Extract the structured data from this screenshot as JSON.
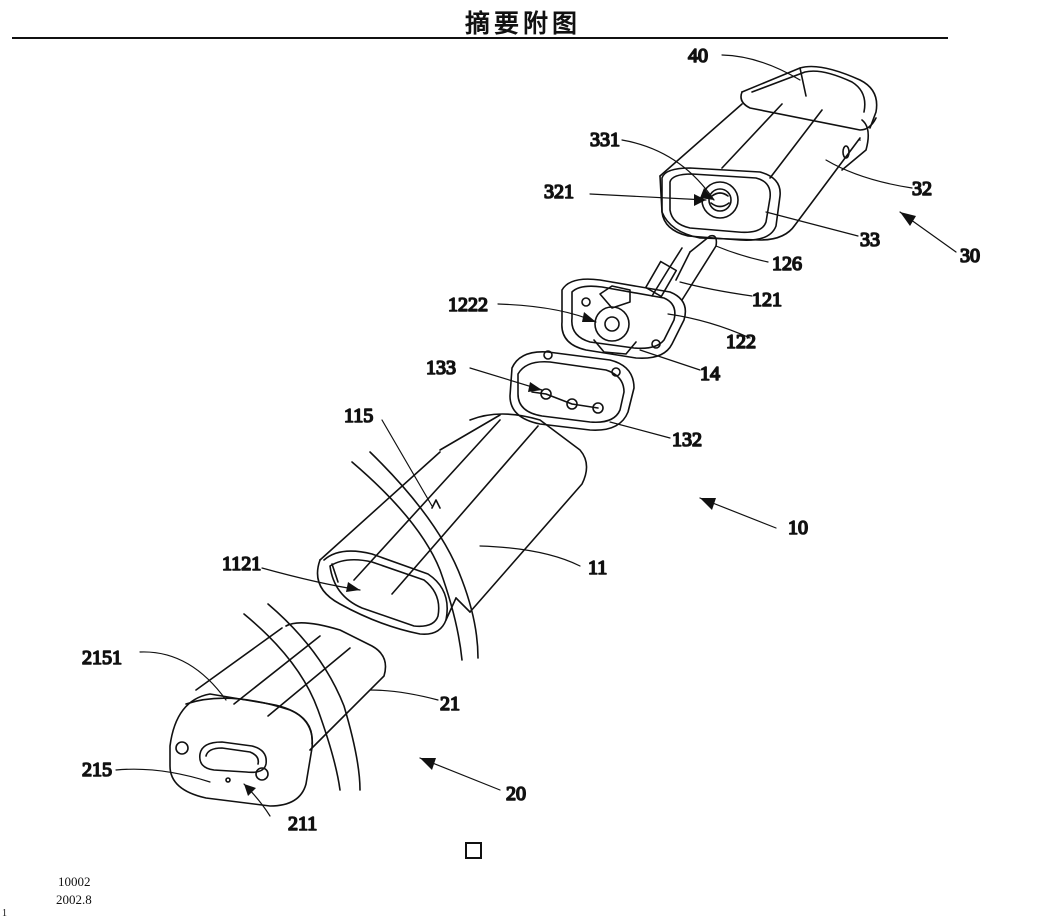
{
  "header": {
    "title": "摘要附图"
  },
  "labels": {
    "l40": "40",
    "l331": "331",
    "l321": "321",
    "l32": "32",
    "l33": "33",
    "l30": "30",
    "l126": "126",
    "l121": "121",
    "l1222": "1222",
    "l122": "122",
    "l14": "14",
    "l133": "133",
    "l132": "132",
    "l115": "115",
    "l10": "10",
    "l11": "11",
    "l1121": "1121",
    "l2151": "2151",
    "l21": "21",
    "l215": "215",
    "l20": "20",
    "l211": "211"
  },
  "footer": {
    "line1": "10002",
    "line2": "2002.8",
    "mark": "1"
  }
}
